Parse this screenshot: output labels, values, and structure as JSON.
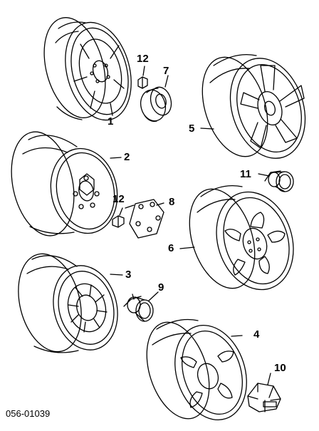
{
  "reference_code": "056-01039",
  "parts": [
    {
      "callout": "1",
      "name": "wheel-1"
    },
    {
      "callout": "2",
      "name": "wheel-2"
    },
    {
      "callout": "3",
      "name": "wheel-3"
    },
    {
      "callout": "4",
      "name": "wheel-4"
    },
    {
      "callout": "5",
      "name": "wheel-5"
    },
    {
      "callout": "6",
      "name": "wheel-6"
    },
    {
      "callout": "7",
      "name": "center-cap-7"
    },
    {
      "callout": "8",
      "name": "center-cap-8"
    },
    {
      "callout": "9",
      "name": "center-cap-9"
    },
    {
      "callout": "10",
      "name": "center-cap-10"
    },
    {
      "callout": "11",
      "name": "center-cap-11"
    },
    {
      "callout": "12",
      "name": "lug-nut-12-top"
    },
    {
      "callout": "12",
      "name": "lug-nut-12-mid"
    }
  ],
  "colors": {
    "line": "#000000",
    "background": "#ffffff"
  }
}
